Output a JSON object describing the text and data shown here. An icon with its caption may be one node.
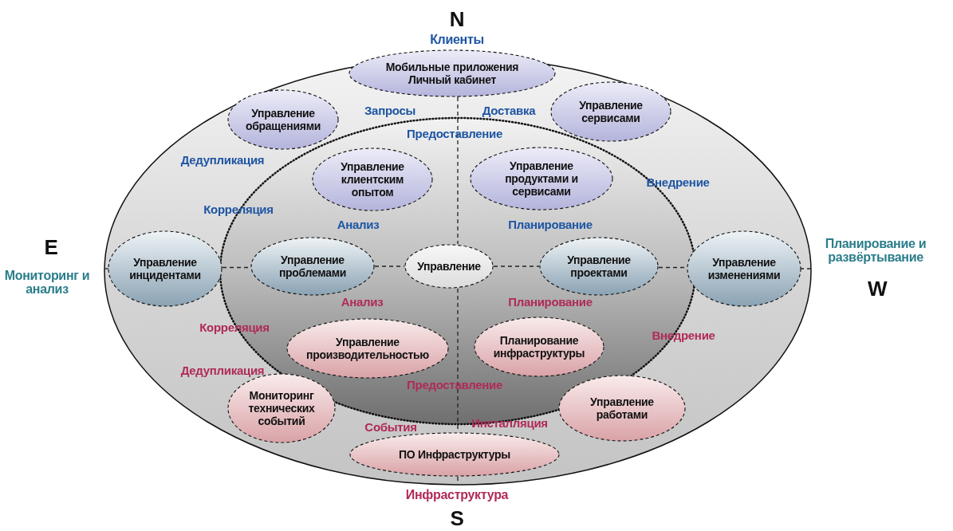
{
  "diagram": {
    "nodes": [
      {
        "text": [
          "Мобильные приложения",
          "Личный кабинет"
        ]
      },
      {
        "text": [
          "Управление обращениями"
        ]
      },
      {
        "text": [
          "Управление сервисами"
        ]
      },
      {
        "text": [
          "Управление клиентским опытом"
        ]
      },
      {
        "text": [
          "Управление продуктами и сервисами"
        ]
      },
      {
        "text": [
          "Управление инцидентами"
        ]
      },
      {
        "text": [
          "Управление проблемами"
        ]
      },
      {
        "text": [
          "Управление"
        ]
      },
      {
        "text": [
          "Управление проектами"
        ]
      },
      {
        "text": [
          "Управление изменениями"
        ]
      },
      {
        "text": [
          "Управление производительностью"
        ]
      },
      {
        "text": [
          "Планирование инфраструктуры"
        ]
      },
      {
        "text": [
          "Мониторинг технических событий"
        ]
      },
      {
        "text": [
          "Управление работами"
        ]
      },
      {
        "text": [
          "ПО Инфраструктуры"
        ]
      }
    ],
    "edges": [
      {
        "from": 5,
        "to": 6,
        "arrow": "none",
        "style": "dashed"
      },
      {
        "from": 6,
        "to": 7,
        "arrow": "none",
        "style": "dashed"
      },
      {
        "from": 7,
        "to": 8,
        "arrow": "none",
        "style": "dashed"
      },
      {
        "from": 8,
        "to": 9,
        "arrow": "none",
        "style": "dashed"
      },
      {
        "from": 0,
        "to": 7,
        "arrow": "none",
        "style": "dashed"
      },
      {
        "from": 7,
        "to": 14,
        "arrow": "none",
        "style": "dashed"
      }
    ],
    "labels": [
      "N",
      "Клиенты",
      "Запросы",
      "Доставка",
      "Предоставление",
      "Дедупликация",
      "Внедрение",
      "Корреляция",
      "Анализ",
      "Планирование",
      "E",
      "Планирование и развёртывание",
      "Мониторинг и анализ",
      "W",
      "Анализ",
      "Планирование",
      "Корреляция",
      "Внедрение",
      "Дедупликация",
      "Предоставление",
      "События",
      "Инсталляция",
      "Инфраструктура",
      "S"
    ]
  }
}
